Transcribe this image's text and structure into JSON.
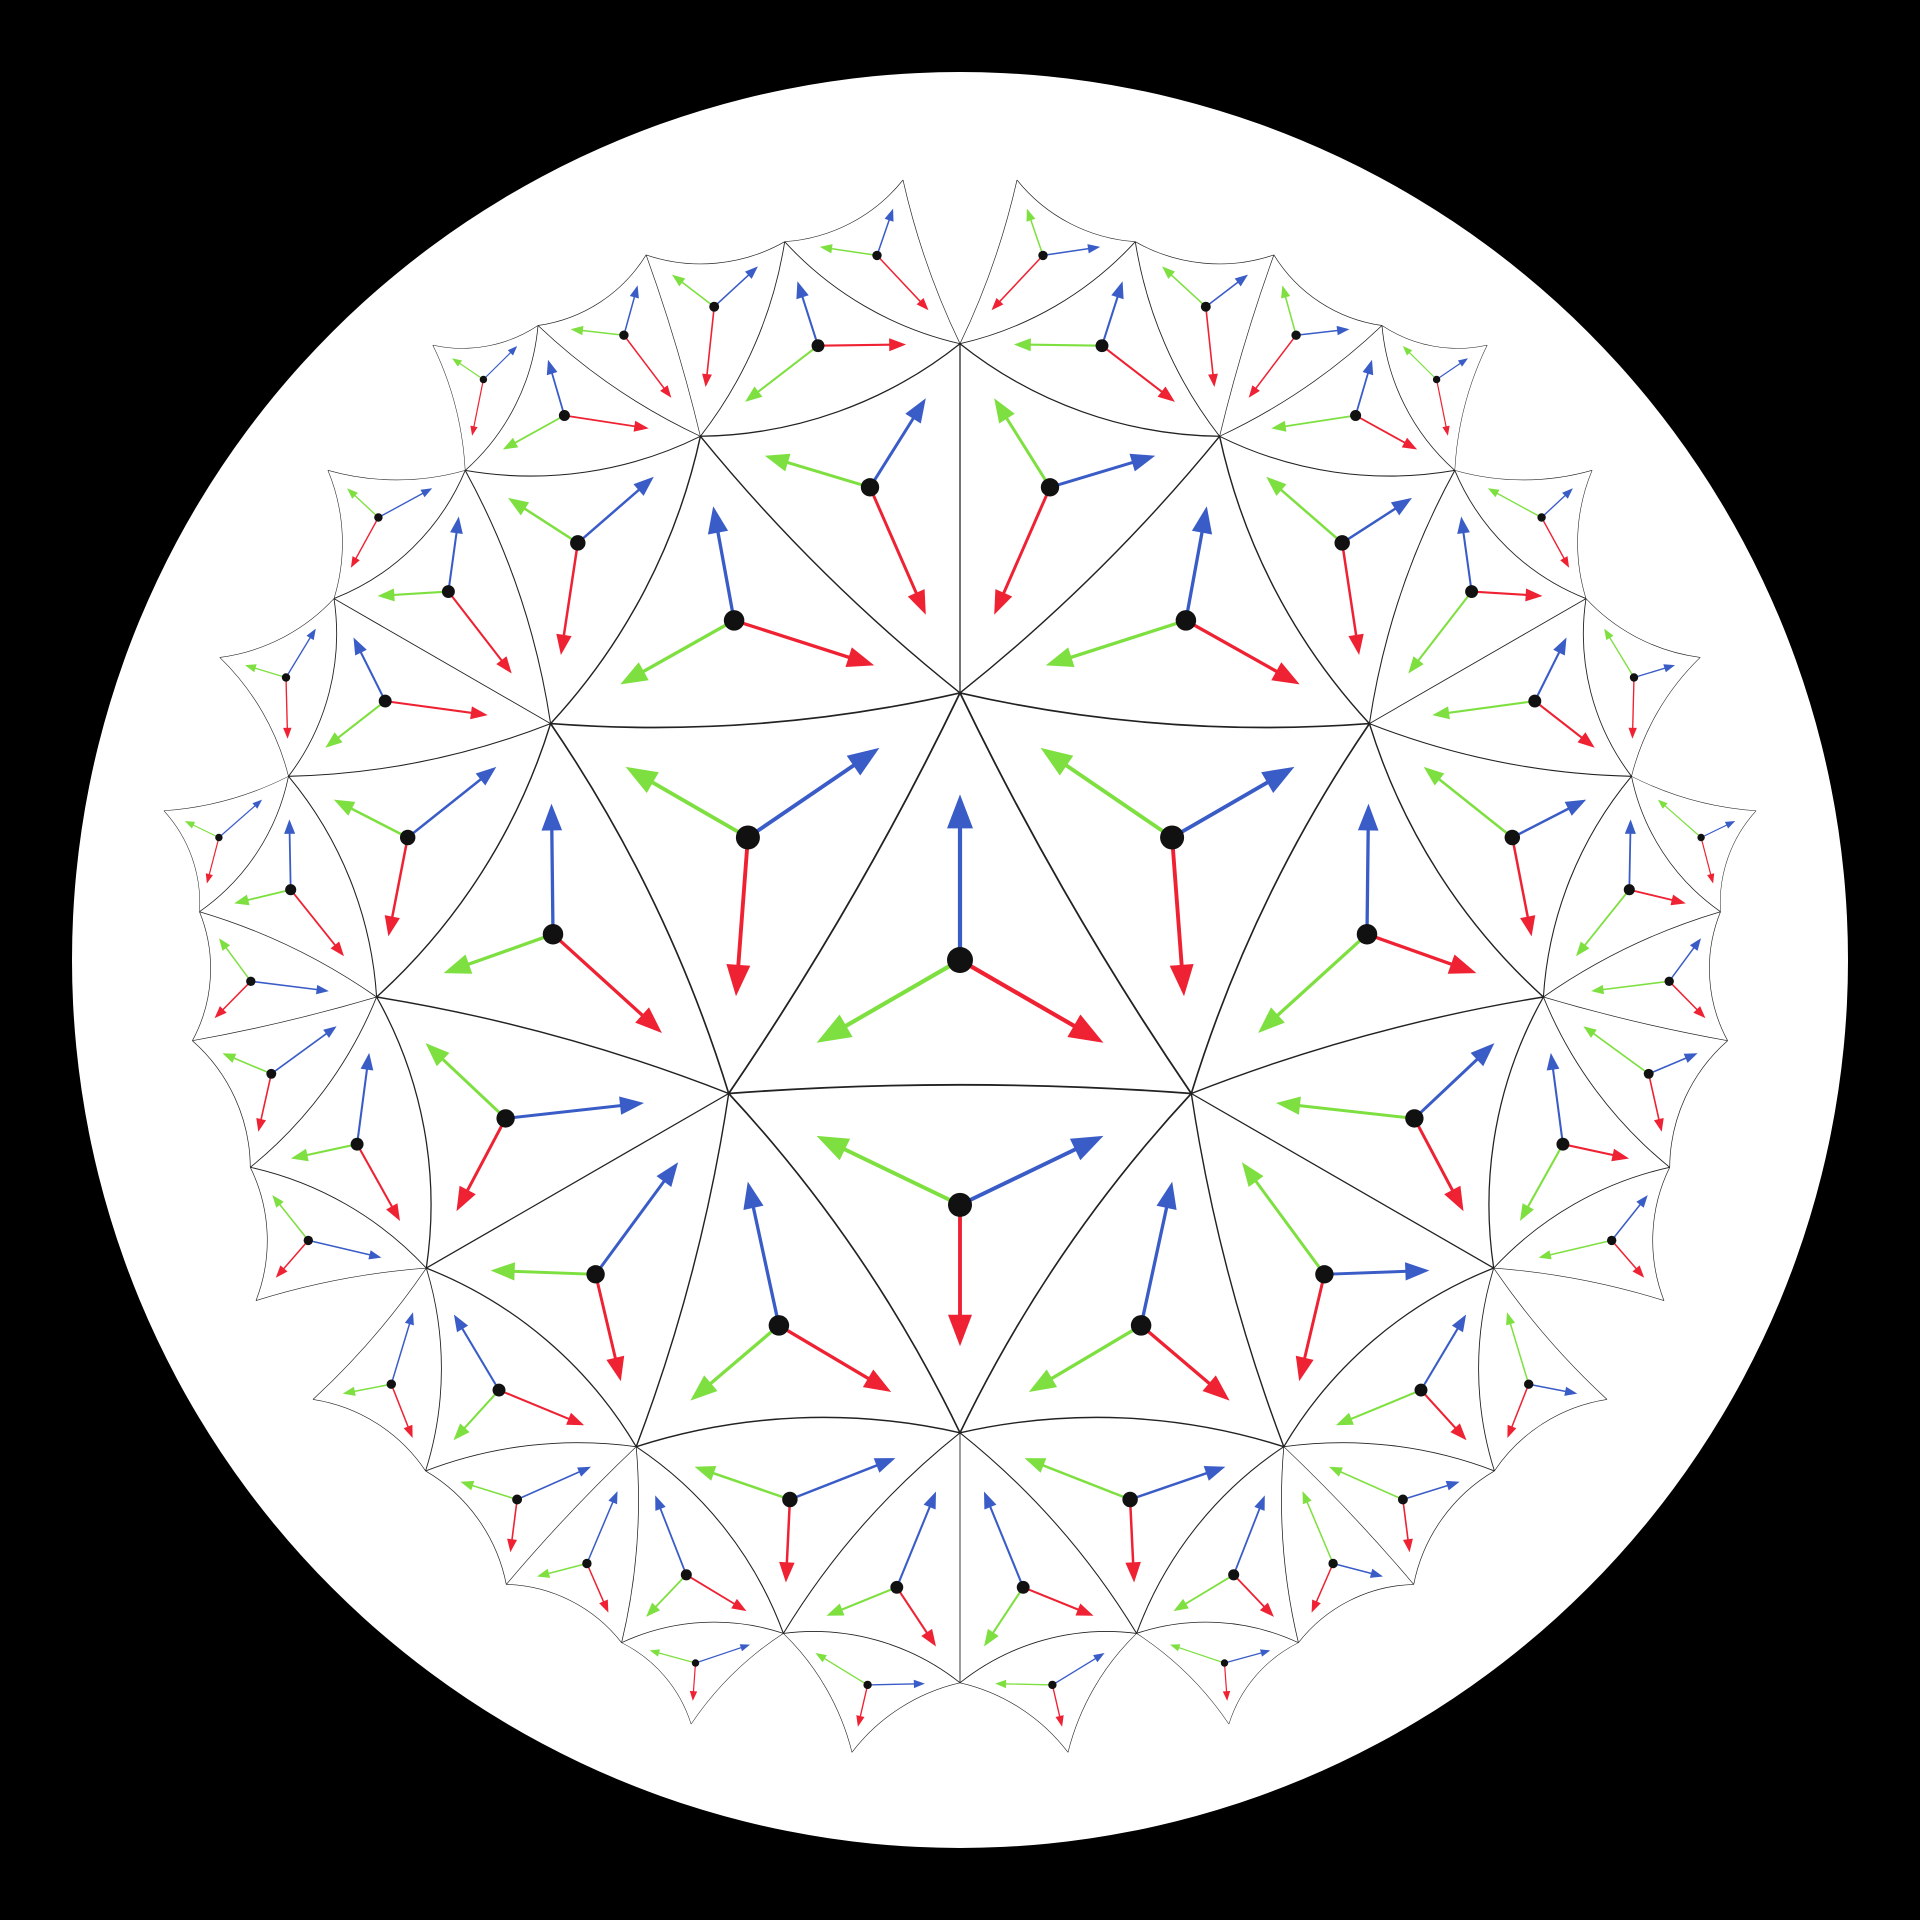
{
  "figure": {
    "kind": "hyperbolic-triangle-tiling-poincare-disk",
    "background_color": "#000000",
    "disk_fill": "#ffffff",
    "edge_color": "#222222",
    "vertex_color": "#111111",
    "arrow_colors": {
      "blue": "#3a5cc7",
      "green": "#7ee040",
      "red": "#ee2233"
    },
    "vertex_valence": 7,
    "triangle_valence": 3,
    "max_depth": 5
  }
}
